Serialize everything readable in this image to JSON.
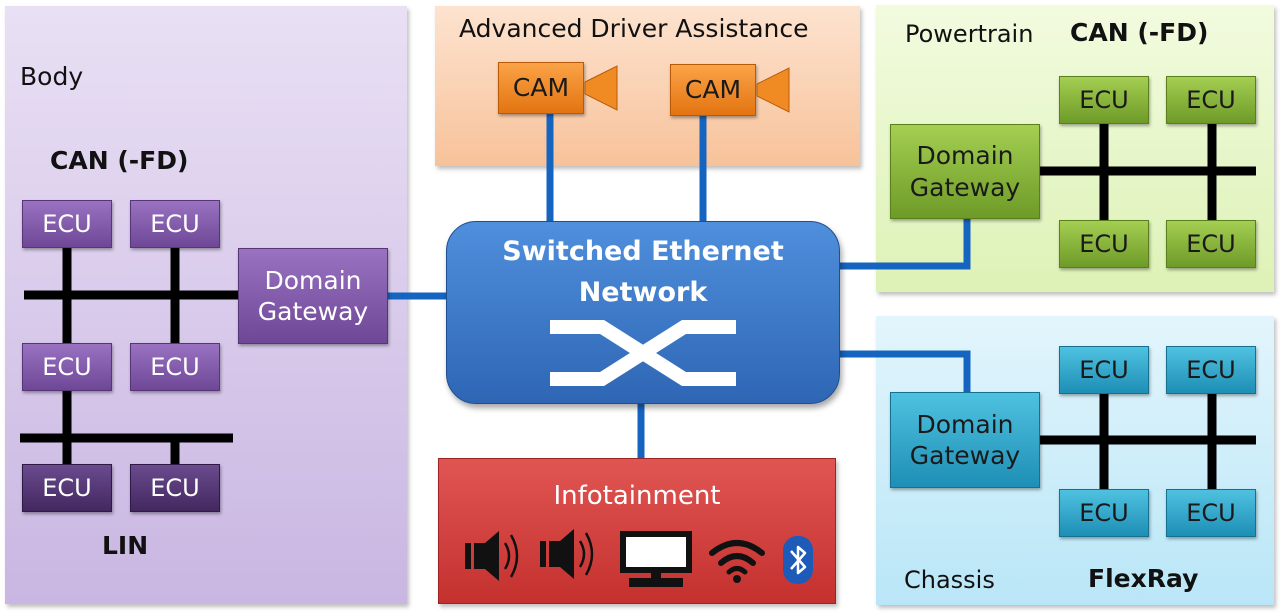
{
  "colors": {
    "ethernet_link": "#1565c0",
    "bus_line": "#000000",
    "body_domain": "#c9b6e2",
    "adas_domain": "#f7c29a",
    "powertrain_domain": "#ddf2b6",
    "chassis_domain": "#b9e6f7",
    "infotainment_domain": "#d04240",
    "switch": "#2e66b4"
  },
  "core": {
    "title_line1": "Switched Ethernet",
    "title_line2": "Network",
    "icon": "switch-crossover-icon"
  },
  "body": {
    "domain_label": "Body",
    "can_label": "CAN (-FD)",
    "lin_label": "LIN",
    "gateway_line1": "Domain",
    "gateway_line2": "Gateway",
    "can_ecus": [
      "ECU",
      "ECU",
      "ECU",
      "ECU"
    ],
    "lin_ecus": [
      "ECU",
      "ECU"
    ]
  },
  "adas": {
    "domain_label": "Advanced Driver Assistance",
    "cameras": [
      "CAM",
      "CAM"
    ],
    "icon": "video-camera-icon"
  },
  "powertrain": {
    "domain_label": "Powertrain",
    "bus_label": "CAN (-FD)",
    "gateway_line1": "Domain",
    "gateway_line2": "Gateway",
    "ecus": [
      "ECU",
      "ECU",
      "ECU",
      "ECU"
    ]
  },
  "chassis": {
    "domain_label": "Chassis",
    "bus_label": "FlexRay",
    "gateway_line1": "Domain",
    "gateway_line2": "Gateway",
    "ecus": [
      "ECU",
      "ECU",
      "ECU",
      "ECU"
    ]
  },
  "infotainment": {
    "domain_label": "Infotainment",
    "icons": [
      "speaker-icon",
      "speaker-icon",
      "monitor-icon",
      "wifi-icon",
      "bluetooth-icon"
    ]
  }
}
